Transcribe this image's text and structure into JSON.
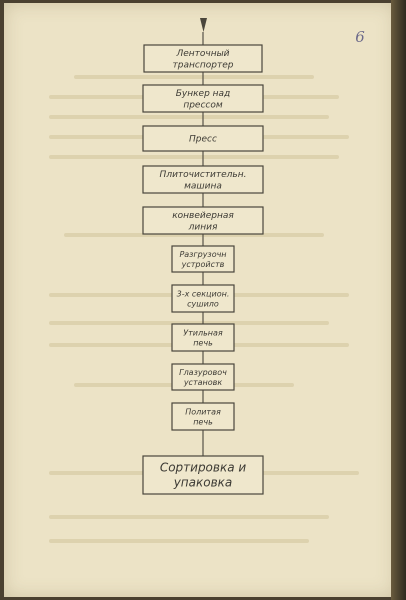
{
  "page": {
    "number": "6"
  },
  "flowchart": {
    "steps": [
      {
        "id": "conveyor",
        "lines": [
          "Ленточный",
          "транспортер"
        ]
      },
      {
        "id": "hopper",
        "lines": [
          "Бункер над",
          "прессом"
        ]
      },
      {
        "id": "press",
        "lines": [
          "Пресс"
        ]
      },
      {
        "id": "plate-cleaner",
        "lines": [
          "Плиточистительн.",
          "машина"
        ]
      },
      {
        "id": "conveyor-line",
        "lines": [
          "конвейерная",
          "линия"
        ]
      },
      {
        "id": "loading-device",
        "lines": [
          "Разгрузочн",
          "устройств"
        ]
      },
      {
        "id": "dryer",
        "lines": [
          "3-х секцион.",
          "сушило"
        ]
      },
      {
        "id": "bisque-kiln",
        "lines": [
          "Утильная",
          "печь"
        ]
      },
      {
        "id": "glazing-unit",
        "lines": [
          "Глазуровоч",
          "установк"
        ]
      },
      {
        "id": "glaze-kiln",
        "lines": [
          "Политая",
          "печь"
        ]
      },
      {
        "id": "sorting-packing",
        "lines": [
          "Сортировка и",
          "упаковка"
        ]
      }
    ]
  },
  "colors": {
    "paper": "#ece3c6",
    "ink": "#4a463c",
    "page_number": "#6c6a8a"
  }
}
